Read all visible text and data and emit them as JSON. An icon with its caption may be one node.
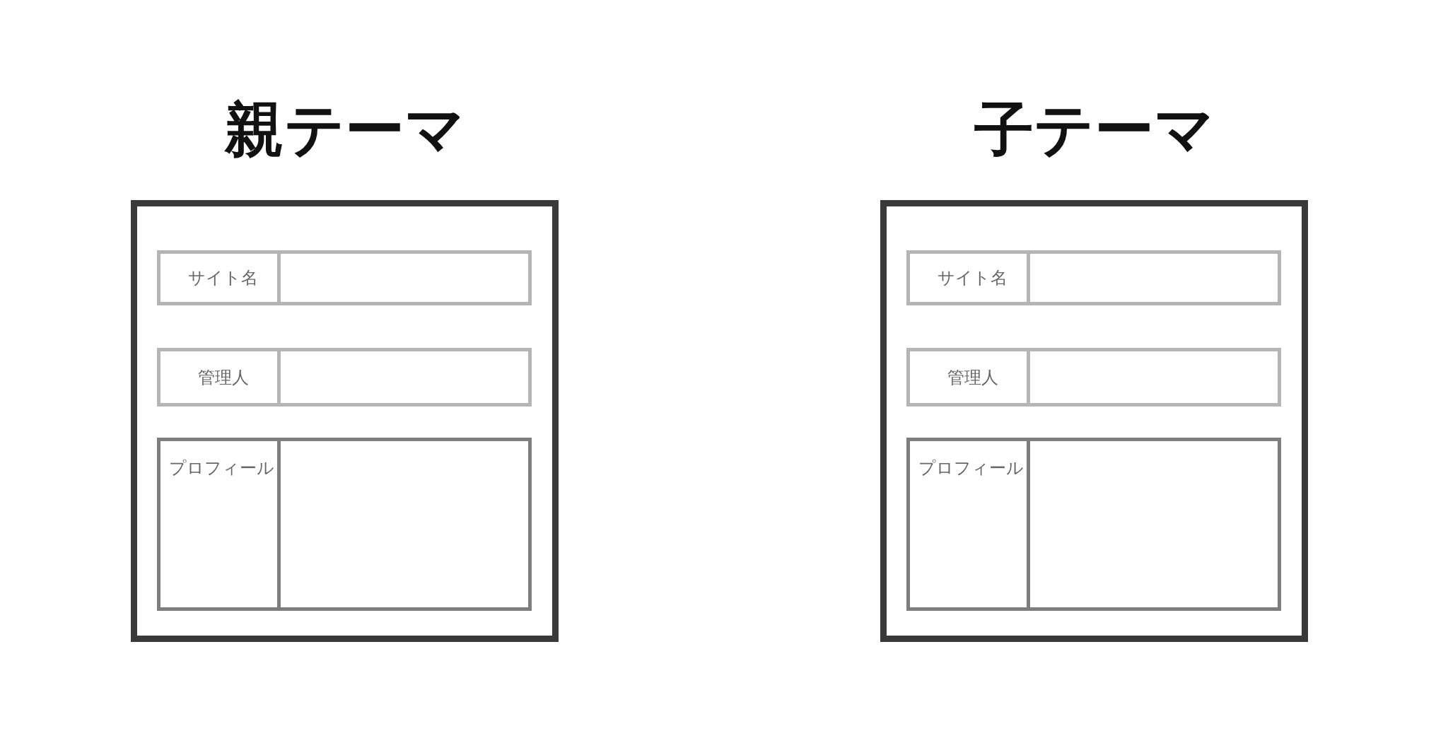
{
  "diagram": {
    "nodes": [
      {
        "text": [
          "親テーマ"
        ]
      },
      {
        "text": [
          "サイト名"
        ],
        "in": 0
      },
      {
        "text": [
          "管理人"
        ],
        "in": 0
      },
      {
        "text": [
          "プロフィール"
        ],
        "in": 0
      },
      {
        "text": [
          "子テーマ"
        ]
      },
      {
        "text": [
          "サイト名"
        ],
        "in": 4
      },
      {
        "text": [
          "管理人"
        ],
        "in": 4
      },
      {
        "text": [
          "プロフィール"
        ],
        "in": 4
      }
    ],
    "edges": []
  }
}
